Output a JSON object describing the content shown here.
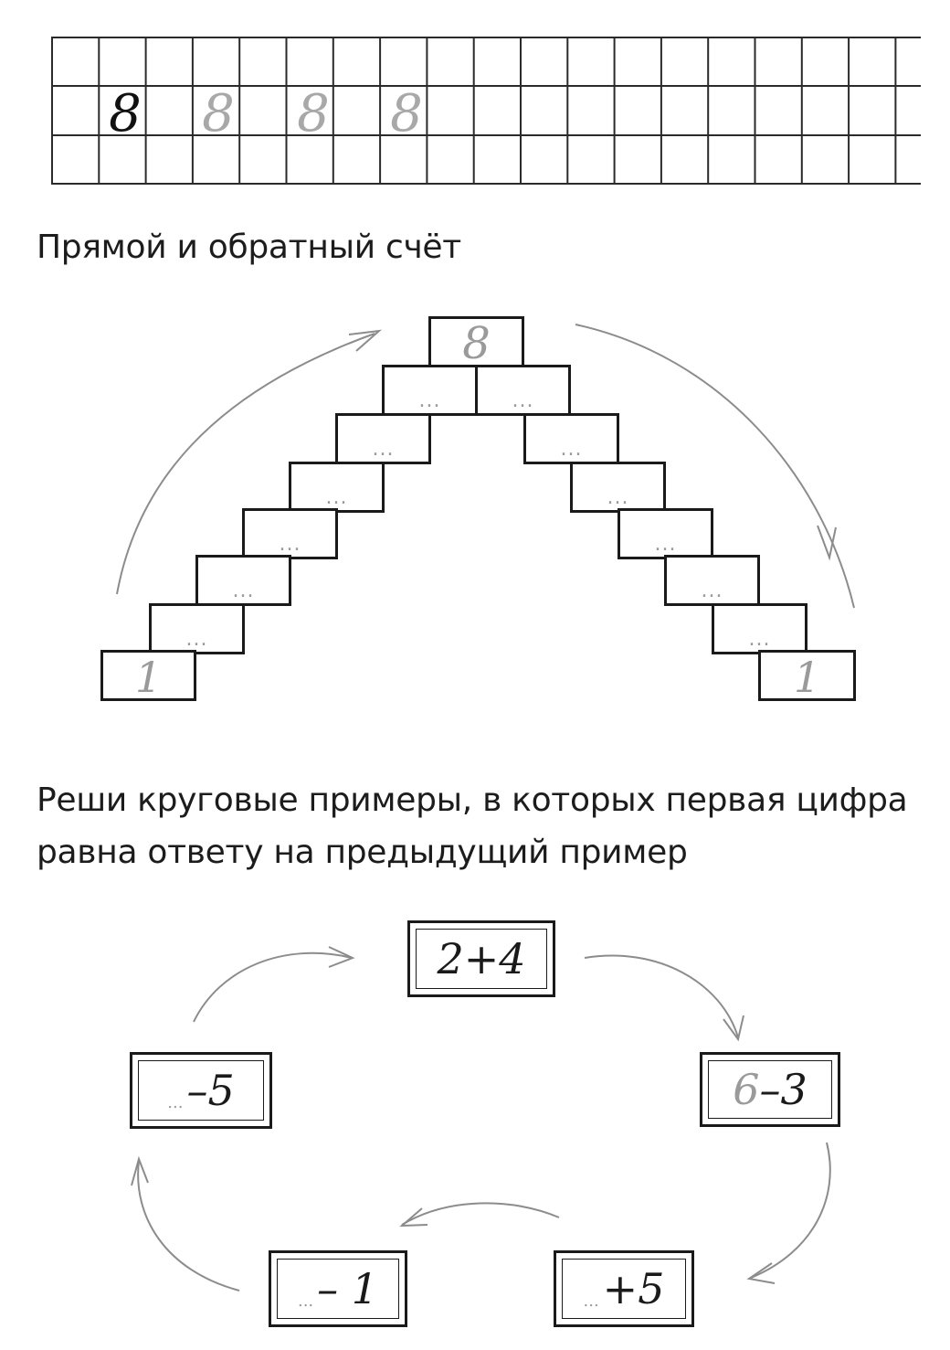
{
  "copybook": {
    "digit_sample": "8",
    "digit_trace": [
      "8",
      "8",
      "8"
    ]
  },
  "section1": {
    "title": "Прямой и обратный счёт",
    "top_value": "8",
    "left_bottom_value": "1",
    "right_bottom_value": "1",
    "placeholder": "..."
  },
  "section2": {
    "title_line1": "Реши круговые примеры, в которых первая цифра",
    "title_line2": "равна ответу на предыдущий пример",
    "examples": [
      {
        "filled": "2",
        "rest": "+4"
      },
      {
        "filled": "6",
        "rest": "–3"
      },
      {
        "filled": "...",
        "rest": "+5"
      },
      {
        "filled": "...",
        "rest": "– 1"
      },
      {
        "filled": "...",
        "rest": "–5"
      }
    ]
  },
  "colors": {
    "ink": "#1a1a1a",
    "trace_gray": "#9a9a9a",
    "arrow_gray": "#8c8c8c"
  }
}
